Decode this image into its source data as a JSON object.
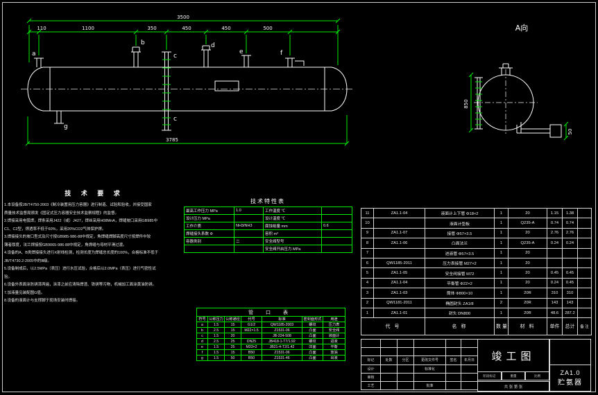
{
  "colors": {
    "background": "#000000",
    "line": "#ffffff",
    "dim": "#00ee00"
  },
  "main_view": {
    "dims": {
      "total_top": "3500",
      "seg1": "110",
      "seg2": "1100",
      "seg3": "350",
      "seg4": "450",
      "seg5": "450",
      "seg6": "500",
      "total_bottom": "3785"
    },
    "labels": {
      "a": "a",
      "b": "b",
      "c_top": "c",
      "d": "d",
      "e": "e",
      "f": "f",
      "g": "g",
      "c_bottom": "c"
    }
  },
  "end_view": {
    "title": "A向",
    "dim_height": "850",
    "dim_width": "50"
  },
  "tech_req": {
    "title": "技 术 要 求",
    "lines": [
      "1.本设备按JB/T4750-2003《制冷装置用压力容器》进行制造、试验和验收，并接受国家",
      "质量技术监督局颁发《固定式压力容器安全技术监察规程》的监督。",
      "2.焊接采用电弧焊，焊条采用J422（或）J427，焊丝采用H08MnA，焊缝坡口采用GB985中",
      "C1、C2型，焊透率不低于60%，采用20%CO2气体保护焊。",
      "3.焊接接头的坡口型式及尺寸按GB985-986-88中规定，角焊缝焊脚高度尺寸按焊件中较",
      "薄者厚度，法兰焊接按GB9065-986-88中规定，角焊缝与母材平滑过渡。",
      "4.设备的A、B类焊接接头进行X射线检测，检测长度为焊缝总长度的100%，合格标准不低于",
      "JB/T4730.2-2005中的Ⅲ级。",
      "5.设备制成后，以2.5MPa（表压）进行水压试验，合格后以2.0MPa（表压）进行气密性试",
      "验。",
      "6.设备外表面涂防锈漆两遍，涂漆之前应清除焊渣、铁锈等污物，机械加工面涂黄油防锈。",
      "7.加液量见装配图G值。",
      "8.设备的液面计与支撑脚于现场安装时焊接。"
    ]
  },
  "tech_table": {
    "title": "技术特性表",
    "rows": [
      [
        "最高工作压力 MPa",
        "1.0",
        "工作温度 ℃",
        ""
      ],
      [
        "设计压力 MPa",
        "",
        "设计温度 ℃",
        ""
      ],
      [
        "工作介质",
        "NH3/NH3",
        "腐蚀裕量 mm",
        "0.6"
      ],
      [
        "焊缝接头系数 Φ",
        "",
        "容积 m³",
        ""
      ],
      [
        "容器类别",
        "二",
        "安全阀型号",
        ""
      ],
      [
        "",
        "",
        "安全阀开启压力 MPa",
        ""
      ]
    ]
  },
  "nozzle_table": {
    "title": "管 口 表",
    "headers": [
      "符号",
      "公称压力",
      "公称通径",
      "代号",
      "标准",
      "密封面形式",
      "用途"
    ],
    "rows": [
      [
        "a",
        "1.5",
        "15",
        "G1/2",
        "QW1185-2003",
        "螺纹",
        "压力表"
      ],
      [
        "b",
        "2.5",
        "15",
        "M22×1.5",
        "Z1531-06",
        "凸面",
        "安全阀"
      ],
      [
        "c",
        "1.5",
        "20",
        "",
        "JB-224-508",
        "凸面",
        "液面计"
      ],
      [
        "d",
        "2.5",
        "25",
        "DN25",
        "JB418-1-T7/1.92",
        "螺纹",
        "进液"
      ],
      [
        "e",
        "1.5",
        "25",
        "M33×2",
        "JB21-4-T2/1.42",
        "凹面",
        "平衡"
      ],
      [
        "f",
        "1.5",
        "15",
        "B50",
        "Z1531-06",
        "凸面",
        "放油"
      ],
      [
        "g",
        "1.5",
        "50",
        "B50",
        "Z1531-46",
        "凸面",
        "出液"
      ]
    ]
  },
  "bom": {
    "headers": {
      "code": "代 号",
      "name": "名 称",
      "qty": "数量",
      "material": "材 料",
      "unit": "单件",
      "total": "总计",
      "note": "备 注"
    },
    "rows": [
      [
        "11",
        "ZA1.1-04",
        "液面计上下管 Φ18×2",
        "1",
        "20",
        "1.15",
        "1.38",
        ""
      ],
      [
        "10",
        "",
        "液面计垫板",
        "1",
        "Q235-A",
        "0.74",
        "0.74",
        ""
      ],
      [
        "9",
        "ZA1.1-07",
        "接管 Φ57×3.5",
        "1",
        "20",
        "2.76",
        "2.76",
        ""
      ],
      [
        "8",
        "ZA1.1-06",
        "凸面法兰",
        "1",
        "Q235-A",
        "0.24",
        "0.24",
        ""
      ],
      [
        "7",
        "",
        "进液管 Φ57×3.5",
        "1",
        "20",
        "",
        "",
        ""
      ],
      [
        "6",
        "QW1185-2011",
        "压力表接管 M27×2",
        "1",
        "20",
        "",
        "",
        ""
      ],
      [
        "5",
        "ZA1.1-05",
        "安全阀接管 M72",
        "1",
        "20",
        "0.45",
        "0.45",
        ""
      ],
      [
        "4",
        "ZA1.1-04",
        "平衡管 Φ22×2",
        "1",
        "20",
        "0.24",
        "0.45",
        ""
      ],
      [
        "3",
        "ZA1.1-03",
        "筒体 Φ800×10",
        "1",
        "20R",
        "310",
        "310",
        ""
      ],
      [
        "2",
        "QW1181-2011",
        "椭圆封头 ZA1/8",
        "2",
        "20R",
        "143",
        "143",
        ""
      ],
      [
        "1",
        "ZA1.1-01",
        "封头 DN800",
        "1",
        "20R",
        "48.6",
        "287.2",
        ""
      ]
    ]
  },
  "titleblock": {
    "rev": [
      "标记",
      "处数",
      "分区",
      "更改文件号",
      "签名",
      "年月日"
    ],
    "design": "设计",
    "std": "标准化",
    "check": "审核",
    "craft": "工艺",
    "approve": "批准",
    "stage": [
      "阶段标记",
      "重量",
      "比例"
    ],
    "sheets": "共 张 第 张",
    "doc_type": "竣工图",
    "code": "ZA1.0",
    "name": "贮氨器"
  }
}
